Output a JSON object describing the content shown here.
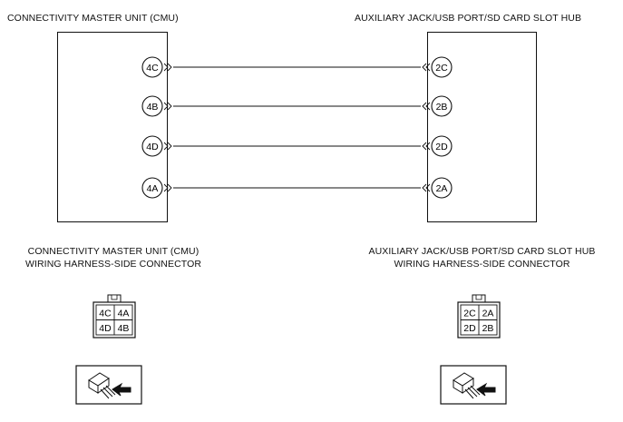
{
  "left_unit": {
    "title": "CONNECTIVITY MASTER UNIT (CMU)",
    "pins": [
      "4C",
      "4B",
      "4D",
      "4A"
    ]
  },
  "right_unit": {
    "title": "AUXILIARY JACK/USB PORT/SD CARD SLOT HUB",
    "pins": [
      "2C",
      "2B",
      "2D",
      "2A"
    ]
  },
  "left_connector": {
    "title_line1": "CONNECTIVITY MASTER UNIT (CMU)",
    "title_line2": "WIRING HARNESS-SIDE CONNECTOR",
    "cells": [
      [
        "4C",
        "4A"
      ],
      [
        "4D",
        "4B"
      ]
    ]
  },
  "right_connector": {
    "title_line1": "AUXILIARY JACK/USB PORT/SD CARD SLOT HUB",
    "title_line2": "WIRING HARNESS-SIDE CONNECTOR",
    "cells": [
      [
        "2C",
        "2A"
      ],
      [
        "2D",
        "2B"
      ]
    ]
  }
}
